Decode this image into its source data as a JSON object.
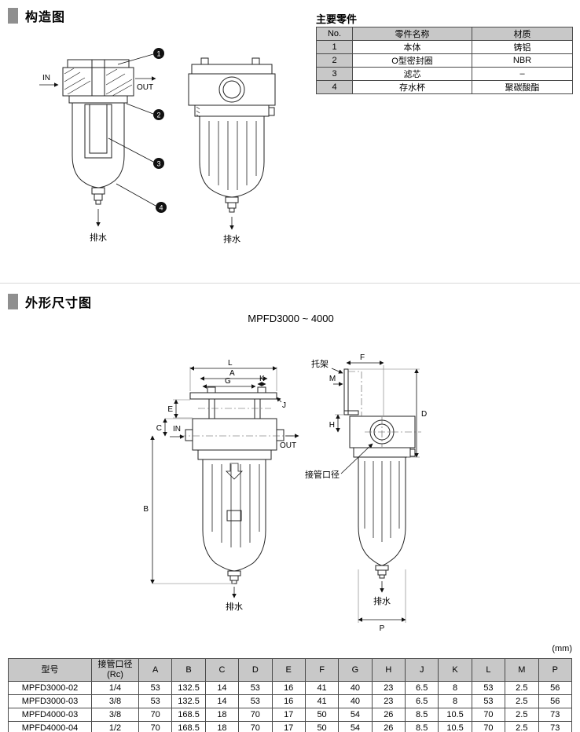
{
  "structure_section": {
    "title": "构造图",
    "callouts": [
      "1",
      "2",
      "3",
      "4"
    ],
    "labels": {
      "in": "IN",
      "out": "OUT",
      "drain_section": "排水",
      "drain_external": "排水"
    },
    "parts_table": {
      "title": "主要零件",
      "headers": [
        "No.",
        "零件名称",
        "材质"
      ],
      "rows": [
        [
          "1",
          "本体",
          "铸铝"
        ],
        [
          "2",
          "O型密封圈",
          "NBR"
        ],
        [
          "3",
          "滤芯",
          "–"
        ],
        [
          "4",
          "存水杯",
          "聚碳酸酯"
        ]
      ]
    }
  },
  "dimension_section": {
    "title": "外形尺寸图",
    "subtitle": "MPFD3000 ~ 4000",
    "unit_note": "(mm)",
    "drawing_labels": {
      "L": "L",
      "A": "A",
      "G": "G",
      "K": "K",
      "J": "J",
      "E": "E",
      "C": "C",
      "B": "B",
      "in": "IN",
      "out": "OUT",
      "drain_front": "排水",
      "bracket": "托架",
      "M": "M",
      "F": "F",
      "D": "D",
      "H": "H",
      "port_size": "接管口径",
      "P": "P",
      "drain_side": "排水"
    },
    "dim_table": {
      "headers": [
        "型号",
        "接管口径\n(Rc)",
        "A",
        "B",
        "C",
        "D",
        "E",
        "F",
        "G",
        "H",
        "J",
        "K",
        "L",
        "M",
        "P"
      ],
      "rows": [
        [
          "MPFD3000-02",
          "1/4",
          "53",
          "132.5",
          "14",
          "53",
          "16",
          "41",
          "40",
          "23",
          "6.5",
          "8",
          "53",
          "2.5",
          "56"
        ],
        [
          "MPFD3000-03",
          "3/8",
          "53",
          "132.5",
          "14",
          "53",
          "16",
          "41",
          "40",
          "23",
          "6.5",
          "8",
          "53",
          "2.5",
          "56"
        ],
        [
          "MPFD4000-03",
          "3/8",
          "70",
          "168.5",
          "18",
          "70",
          "17",
          "50",
          "54",
          "26",
          "8.5",
          "10.5",
          "70",
          "2.5",
          "73"
        ],
        [
          "MPFD4000-04",
          "1/2",
          "70",
          "168.5",
          "18",
          "70",
          "17",
          "50",
          "54",
          "26",
          "8.5",
          "10.5",
          "70",
          "2.5",
          "73"
        ]
      ]
    }
  }
}
